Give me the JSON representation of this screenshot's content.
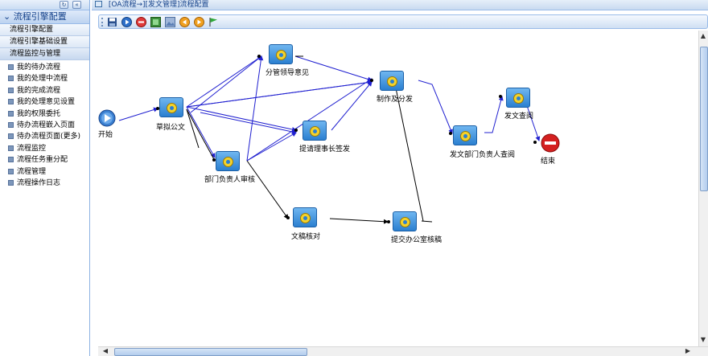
{
  "sidebar": {
    "header": "流程引擎配置",
    "sections": [
      {
        "label": "流程引擎配置"
      },
      {
        "label": "流程引擎基础设置"
      },
      {
        "label": "流程监控与管理"
      }
    ],
    "items": [
      {
        "label": "我的待办流程"
      },
      {
        "label": "我的处理中流程"
      },
      {
        "label": "我的完成流程"
      },
      {
        "label": "我的处理意见设置"
      },
      {
        "label": "我的权限委托"
      },
      {
        "label": "待办流程嵌入页面"
      },
      {
        "label": "待办流程页面(更多)"
      },
      {
        "label": "流程监控"
      },
      {
        "label": "流程任务重分配"
      },
      {
        "label": "流程管理"
      },
      {
        "label": "流程操作日志"
      }
    ]
  },
  "window": {
    "title": "[OA流程→][发文管理]流程配置"
  },
  "toolbar": {
    "buttons": [
      {
        "icon": "save-icon"
      },
      {
        "icon": "play-icon"
      },
      {
        "icon": "stop-icon"
      },
      {
        "icon": "image-icon"
      },
      {
        "icon": "picture-icon"
      },
      {
        "icon": "move-left-icon"
      },
      {
        "icon": "move-right-icon"
      },
      {
        "icon": "flag-icon"
      }
    ]
  },
  "diagram": {
    "start_label": "开始",
    "end_label": "结束",
    "nodes": [
      {
        "id": "n1",
        "label": "草拟公文"
      },
      {
        "id": "n2",
        "label": "分管领导意见"
      },
      {
        "id": "n3",
        "label": "提请理事长签发"
      },
      {
        "id": "n4",
        "label": "部门负责人审核"
      },
      {
        "id": "n5",
        "label": "文稿核对"
      },
      {
        "id": "n6",
        "label": "制作及分发"
      },
      {
        "id": "n7",
        "label": "提交办公室核稿"
      },
      {
        "id": "n8",
        "label": "发文部门负责人查阅"
      },
      {
        "id": "n9",
        "label": "发文查阅"
      }
    ]
  },
  "colors": {
    "accent": "#15428b",
    "edge_blue": "#2020d0",
    "edge_black": "#000000",
    "node_fill": "#2a7fd0",
    "end_red": "#d42020"
  }
}
